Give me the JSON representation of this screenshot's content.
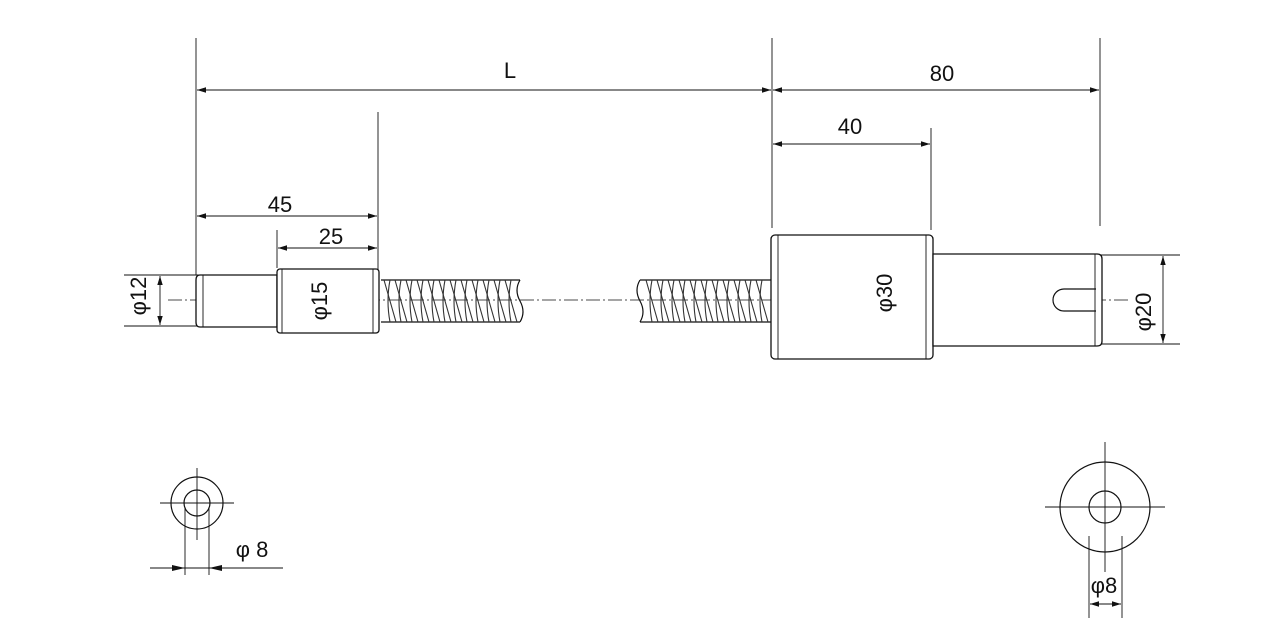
{
  "colors": {
    "line": "#111111",
    "background": "#ffffff",
    "thread": "#333333"
  },
  "dimensions": {
    "overall_length": "L",
    "nut_side_length": "80",
    "nut_length": "40",
    "end_length": "45",
    "journal_length": "25",
    "dia_end": "φ12",
    "dia_journal": "φ15",
    "dia_nut": "φ30",
    "dia_flange_shaft": "φ20",
    "dia_bore_left": "φ 8",
    "dia_bore_right": "φ8"
  }
}
